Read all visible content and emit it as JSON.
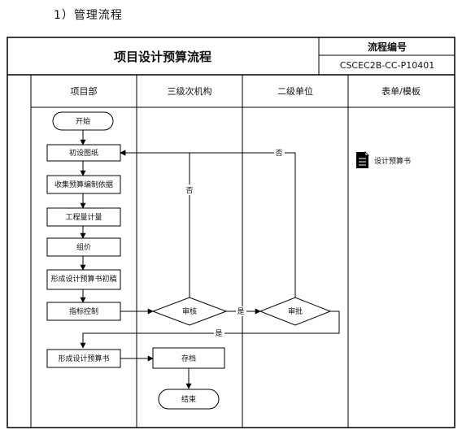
{
  "section_heading": "1）管理流程",
  "table": {
    "title": "项目设计预算流程",
    "code_label": "流程编号",
    "code_value": "CSCEC2B-CC-P10401"
  },
  "lanes": [
    "项目部",
    "三级次机构",
    "二级单位",
    "表单/模板"
  ],
  "nodes": {
    "start": "开始",
    "draw": "初设图纸",
    "collect": "收集预算编制依据",
    "quantity": "工程量计量",
    "price": "组价",
    "draft": "形成设计预算书初稿",
    "control": "指标控制",
    "review": "审核",
    "approve": "审批",
    "form_book": "形成设计预算书",
    "archive": "存档",
    "end": "结束"
  },
  "edge_labels": {
    "review_no": "否",
    "approve_no": "否",
    "review_yes": "是",
    "approve_yes": "是"
  },
  "template_doc": {
    "icon": "document-icon",
    "label": "设计预算书"
  }
}
